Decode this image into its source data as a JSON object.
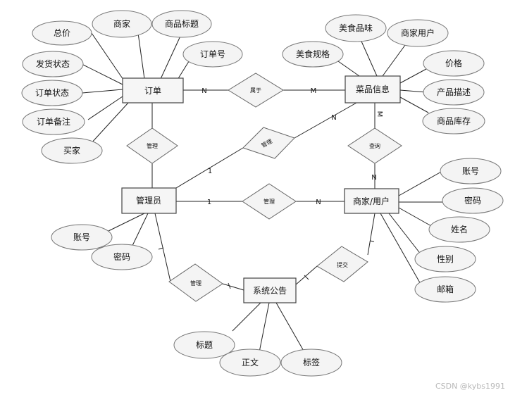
{
  "entities": {
    "order": "订单",
    "dish": "菜品信息",
    "admin": "管理员",
    "merchant": "商家/用户",
    "notice": "系统公告"
  },
  "relations": {
    "belongs": "属于",
    "manage_order": "管理",
    "manage_dish": "管理",
    "query": "查询",
    "manage_merchant": "管理",
    "manage_notice": "管理",
    "submit": "提交"
  },
  "order_attrs": {
    "total": "总价",
    "merchant": "商家",
    "title": "商品标题",
    "order_no": "订单号",
    "ship_status": "发货状态",
    "order_status": "订单状态",
    "remark": "订单备注",
    "buyer": "买家"
  },
  "dish_attrs": {
    "flavor": "美食品味",
    "merchant_user": "商家用户",
    "spec": "美食规格",
    "price": "价格",
    "desc": "产品描述",
    "stock": "商品库存"
  },
  "admin_attrs": {
    "account": "账号",
    "password": "密码"
  },
  "merchant_attrs": {
    "account": "账号",
    "password": "密码",
    "name": "姓名",
    "gender": "性别",
    "email": "邮箱"
  },
  "notice_attrs": {
    "title": "标题",
    "body": "正文",
    "tag": "标签"
  },
  "cardinality": {
    "order_belongs": "N",
    "dish_belongs": "M",
    "dish_query": "M",
    "merchant_query": "N",
    "admin_manage_dish": "1",
    "dish_manage_admin": "N",
    "admin_manage_merchant": "1",
    "merchant_manage_admin": "N"
  },
  "watermark": "CSDN @kybs1991"
}
